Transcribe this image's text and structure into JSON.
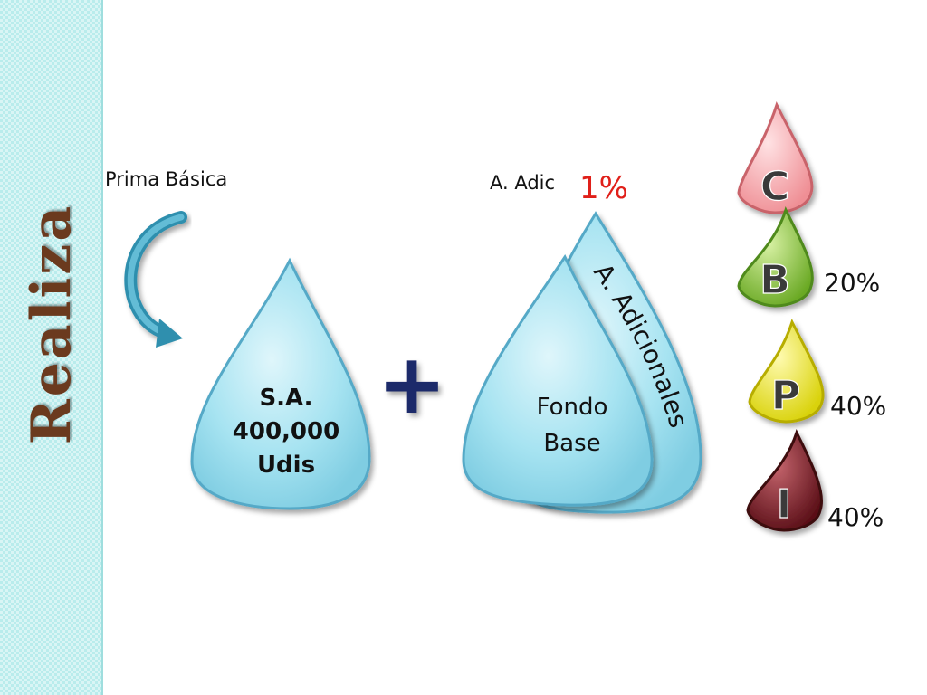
{
  "title": "Realiza",
  "labels": {
    "prima_basica": "Prima Básica",
    "a_adic": "A. Adic",
    "a_adic_pct": "1%"
  },
  "drops": {
    "sa": {
      "line1": "S.A.",
      "line2": "400,000",
      "line3": "Udis"
    },
    "fondo": {
      "line1": "Fondo",
      "line2": "Base"
    },
    "adicionales": "A. Adicionales"
  },
  "plus_symbol": "+",
  "fund_types": [
    {
      "letter": "C",
      "color": "#f4a3a8",
      "percent": ""
    },
    {
      "letter": "B",
      "color": "#8ec63f",
      "percent": "20%"
    },
    {
      "letter": "P",
      "color": "#f0ee2a",
      "percent": "40%"
    },
    {
      "letter": "I",
      "color": "#7a1b24",
      "percent": "40%"
    }
  ],
  "colors": {
    "drop_fill": "#a4e2f0",
    "drop_stroke": "#54a9c7",
    "accent_red": "#e0201a",
    "title_brown": "#6b3a1e",
    "plus_navy": "#1a2a6a",
    "arrow": "#2f8fae"
  }
}
